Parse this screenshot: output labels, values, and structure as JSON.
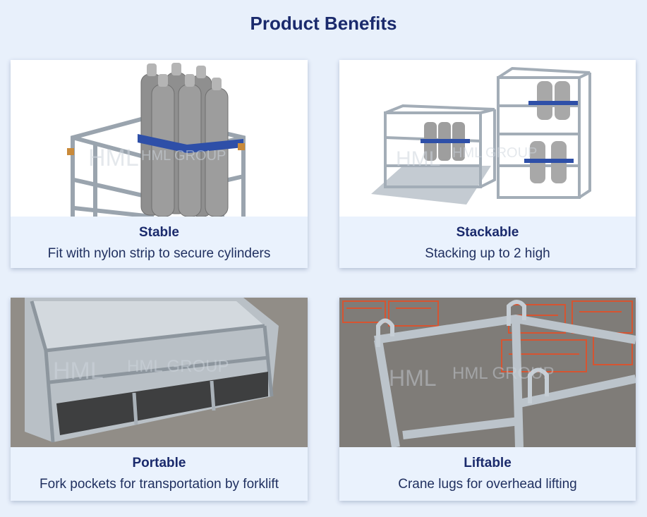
{
  "page": {
    "title": "Product Benefits"
  },
  "cards": [
    {
      "title": "Stable",
      "description": "Fit with nylon strip to secure cylinders",
      "watermark": "HML GROUP"
    },
    {
      "title": "Stackable",
      "description": "Stacking up to 2 high",
      "watermark": "HML GROUP"
    },
    {
      "title": "Portable",
      "description": "Fork pockets for transportation by forklift",
      "watermark": "HML GROUP"
    },
    {
      "title": "Liftable",
      "description": "Crane lugs for overhead lifting",
      "watermark": "HML GROUP"
    }
  ],
  "colors": {
    "background": "#e8f0fb",
    "title": "#1a2a6c",
    "caption_bg": "#eaf2fd",
    "steel": "#a9b3bd",
    "cylinder": "#8e8e8e",
    "strap": "#2e4fa8",
    "orange_cage": "#e0502a",
    "concrete": "#8c8a86"
  }
}
